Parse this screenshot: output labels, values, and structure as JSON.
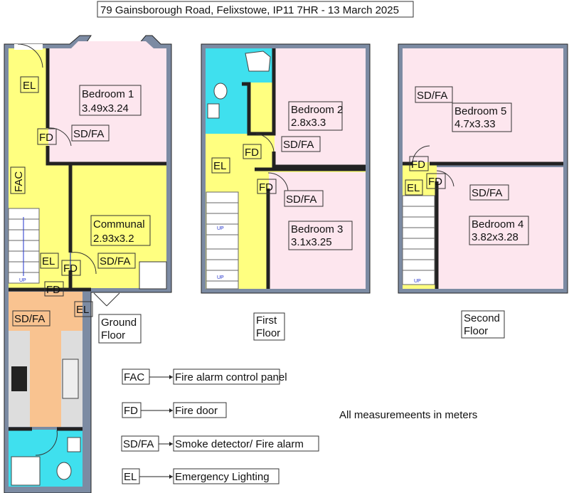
{
  "title": "79 Gainsborough Road, Felixstowe, IP11 7HR - 13 March 2025",
  "ground_floor": {
    "name_line1": "Ground",
    "name_line2": "Floor",
    "bedroom1": {
      "name": "Bedroom 1",
      "size": "3.49x3.24"
    },
    "communal": {
      "name": "Communal",
      "size": "2.93x3.2"
    },
    "markers": {
      "el": "EL",
      "fd": "FD",
      "sdfa": "SD/FA",
      "fac": "FAC",
      "up": "UP"
    }
  },
  "first_floor": {
    "name_line1": "First",
    "name_line2": "Floor",
    "bedroom2": {
      "name": "Bedroom 2",
      "size": "2.8x3.3"
    },
    "bedroom3": {
      "name": "Bedroom 3",
      "size": "3.1x3.25"
    }
  },
  "second_floor": {
    "name_line1": "Second",
    "name_line2": "Floor",
    "bedroom5": {
      "name": "Bedroom 5",
      "size": "4.7x3.33"
    },
    "bedroom4": {
      "name": "Bedroom 4",
      "size": "3.82x3.28"
    }
  },
  "legend": [
    {
      "code": "FAC",
      "meaning": "Fire alarm control panel"
    },
    {
      "code": "FD",
      "meaning": "Fire door"
    },
    {
      "code": "SD/FA",
      "meaning": "Smoke detector/ Fire alarm"
    },
    {
      "code": "EL",
      "meaning": "Emergency Lighting"
    }
  ],
  "note": "All measuremeents in meters",
  "colors": {
    "wall": "#7c8ba3",
    "hall": "#ffff80",
    "bedroom": "#fde6ee",
    "bathroom": "#3fe0ee",
    "kitchen": "#f9c390"
  }
}
